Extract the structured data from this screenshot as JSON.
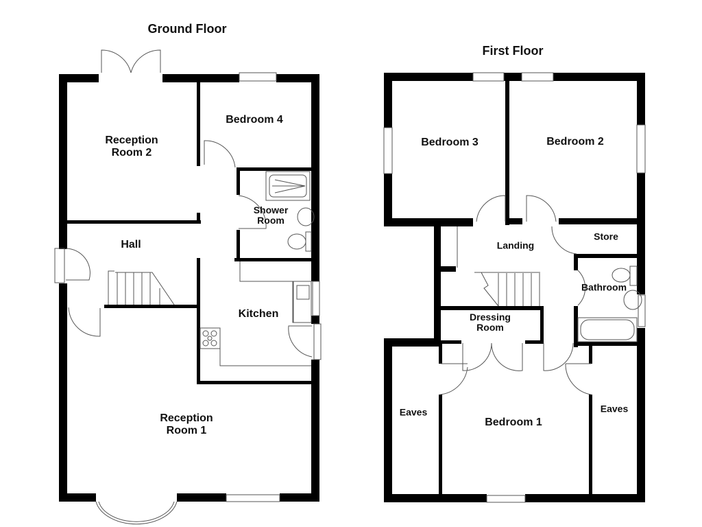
{
  "floors": [
    {
      "id": "ground",
      "title": "Ground Floor",
      "rooms": [
        {
          "label": "Reception\nRoom 2"
        },
        {
          "label": "Bedroom 4"
        },
        {
          "label": "Shower\nRoom"
        },
        {
          "label": "Hall"
        },
        {
          "label": "Kitchen"
        },
        {
          "label": "Reception\nRoom 1"
        }
      ]
    },
    {
      "id": "first",
      "title": "First Floor",
      "rooms": [
        {
          "label": "Bedroom 3"
        },
        {
          "label": "Bedroom 2"
        },
        {
          "label": "Landing"
        },
        {
          "label": "Store"
        },
        {
          "label": "Bathroom"
        },
        {
          "label": "Dressing\nRoom"
        },
        {
          "label": "Eaves"
        },
        {
          "label": "Bedroom 1"
        },
        {
          "label": "Eaves"
        }
      ]
    }
  ],
  "colors": {
    "wall": "#000000",
    "fixture": "#555555",
    "background": "#ffffff"
  }
}
